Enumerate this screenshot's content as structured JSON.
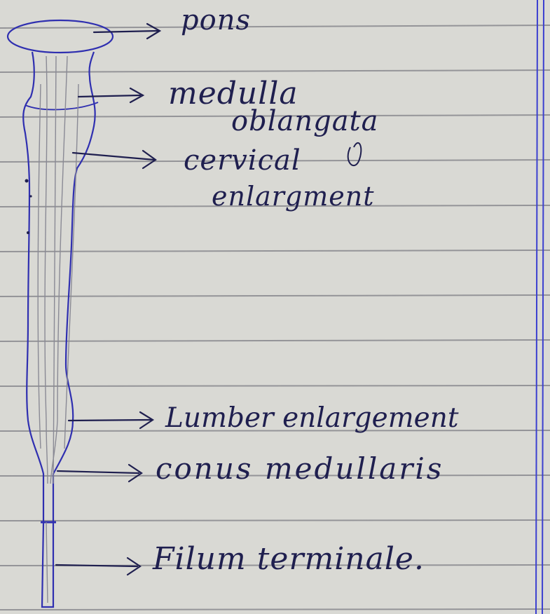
{
  "diagram": {
    "paper_color": "#d9d9d4",
    "rule_color": "#7e7e84",
    "margin_line_color": "#3b3fd0",
    "ink_color": "#1f1f4f",
    "pencil_color": "#8a8a95",
    "labels": {
      "pons": "pons",
      "medulla_line1": "medulla",
      "medulla_line2": "oblangata",
      "cervical_line1": "cervical",
      "cervical_line2": "enlargment",
      "lumbar": "Lumber enlargement",
      "conus": "conus medullaris",
      "filum": "Filum terminale."
    }
  }
}
